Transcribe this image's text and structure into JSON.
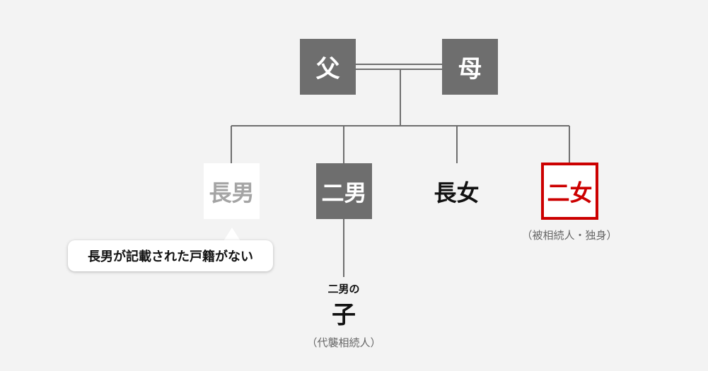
{
  "diagram": {
    "parents": {
      "father": "父",
      "mother": "母"
    },
    "children": [
      {
        "label": "長男",
        "style": "white"
      },
      {
        "label": "二男",
        "style": "dark"
      },
      {
        "label": "長女",
        "style": "plain"
      },
      {
        "label": "二女",
        "style": "red"
      }
    ],
    "second_daughter_note": "（被相続人・独身）",
    "callout": "長男が記載された戸籍がない",
    "grandchild": {
      "prefix": "二男の",
      "label": "子",
      "note": "（代襲相続人）"
    },
    "colors": {
      "background": "#f3f3f3",
      "dark_box": "#6e6e6e",
      "line": "#6e6e6e",
      "highlight": "#cc0000",
      "faded_text": "#a4a4a4"
    }
  }
}
